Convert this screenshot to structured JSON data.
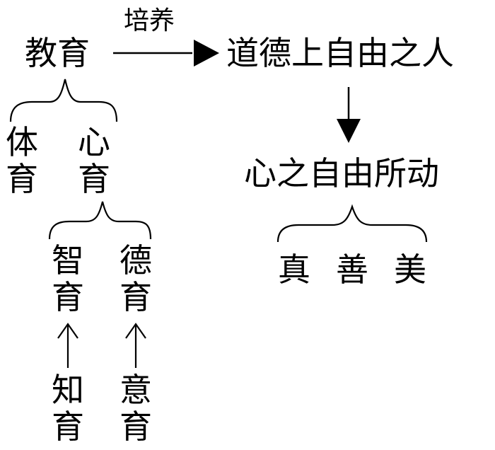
{
  "top": {
    "education": "教育",
    "cultivate": "培养",
    "moral_person": "道德上自由之人",
    "mind_free": "心之自由所动"
  },
  "branches": {
    "physical": [
      "体",
      "育"
    ],
    "mental": [
      "心",
      "育"
    ],
    "intellectual": [
      "智",
      "育"
    ],
    "moral": [
      "德",
      "育"
    ],
    "knowledge": [
      "知",
      "育"
    ],
    "will": [
      "意",
      "育"
    ]
  },
  "values": [
    "真",
    "善",
    "美"
  ]
}
